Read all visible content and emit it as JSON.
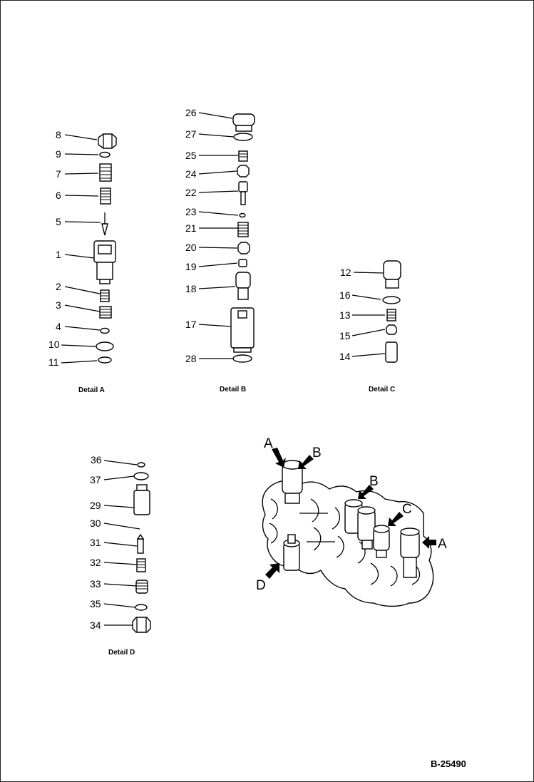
{
  "detail_a": {
    "caption": "Detail A",
    "labels": [
      "8",
      "9",
      "7",
      "6",
      "5",
      "1",
      "2",
      "3",
      "4",
      "10",
      "11"
    ]
  },
  "detail_b": {
    "caption": "Detail B",
    "labels": [
      "26",
      "27",
      "25",
      "24",
      "22",
      "23",
      "21",
      "20",
      "19",
      "18",
      "17",
      "28"
    ]
  },
  "detail_c": {
    "caption": "Detail C",
    "labels": [
      "12",
      "16",
      "13",
      "15",
      "14"
    ]
  },
  "detail_d": {
    "caption": "Detail D",
    "labels": [
      "36",
      "37",
      "29",
      "30",
      "31",
      "32",
      "33",
      "35",
      "34"
    ]
  },
  "assembly": {
    "callouts": [
      "A",
      "B",
      "B",
      "C",
      "A",
      "D"
    ]
  },
  "drawing_number": "B-25490"
}
